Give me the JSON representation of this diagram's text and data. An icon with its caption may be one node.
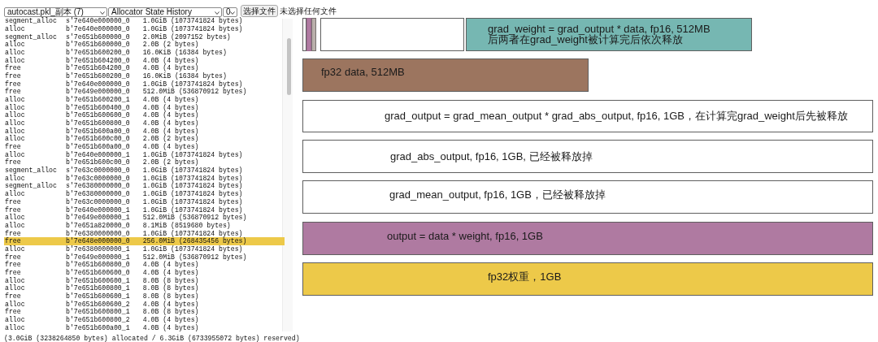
{
  "diagram": {
    "nodes": [
      {
        "text": [
          "free",
          "b'7e648e000000_0",
          "256.0MiB (268435456 bytes)"
        ]
      },
      {
        "text": [],
        "shape": "box"
      },
      {
        "text": [],
        "shape": "box"
      },
      {
        "text": [],
        "shape": "box"
      },
      {
        "text": [],
        "shape": "box"
      },
      {
        "text": [
          "grad_weight = grad_output * data, fp16, 512MB",
          "后两者在grad_weight被计算完后依次释放"
        ]
      },
      {
        "text": [
          "fp32 data, 512MB"
        ]
      },
      {
        "text": [
          "grad_output = grad_mean_output * grad_abs_output, fp16, 1GB，在计算完grad_weight后先被释放"
        ]
      },
      {
        "text": [
          "grad_abs_output, fp16, 1GB, 已经被释放掉"
        ]
      },
      {
        "text": [
          "grad_mean_output, fp16, 1GB，已经被释放掉"
        ]
      },
      {
        "text": [
          "output = data * weight, fp16, 1GB"
        ]
      },
      {
        "text": [
          "fp32权重，1GB"
        ]
      }
    ],
    "labels": [
      "autocast.pkl_副本 (7)",
      "Allocator State History",
      "0",
      "选择文件",
      "未选择任何文件",
      "segment_alloc",
      "s'7e640e000000_0",
      "1.0GiB (1073741824 bytes)",
      "alloc",
      "b'7e640e000000_0",
      "1.0GiB (1073741824 bytes)",
      "segment_alloc",
      "s'7e651b600000_0",
      "2.0MiB (2097152 bytes)",
      "alloc",
      "b'7e651b600000_0",
      "2.0B (2 bytes)",
      "alloc",
      "b'7e651b600200_0",
      "16.0KiB (16384 bytes)",
      "alloc",
      "b'7e651b604200_0",
      "4.0B (4 bytes)",
      "free",
      "b'7e651b604200_0",
      "4.0B (4 bytes)",
      "free",
      "b'7e651b600200_0",
      "16.0KiB (16384 bytes)",
      "free",
      "b'7e640e000000_0",
      "1.0GiB (1073741824 bytes)",
      "free",
      "b'7e649e000000_0",
      "512.0MiB (536870912 bytes)",
      "alloc",
      "b'7e651b600200_1",
      "4.0B (4 bytes)",
      "alloc",
      "b'7e651b600400_0",
      "4.0B (4 bytes)",
      "alloc",
      "b'7e651b600600_0",
      "4.0B (4 bytes)",
      "alloc",
      "b'7e651b600800_0",
      "4.0B (4 bytes)",
      "alloc",
      "b'7e651b600a00_0",
      "4.0B (4 bytes)",
      "alloc",
      "b'7e651b600c00_0",
      "2.0B (2 bytes)",
      "free",
      "b'7e651b600a00_0",
      "4.0B (4 bytes)",
      "alloc",
      "b'7e640e000000_1",
      "1.0GiB (1073741824 bytes)",
      "free",
      "b'7e651b600c00_0",
      "2.0B (2 bytes)",
      "segment_alloc",
      "s'7e63c0000000_0",
      "1.0GiB (1073741824 bytes)",
      "alloc",
      "b'7e63c0000000_0",
      "1.0GiB (1073741824 bytes)",
      "segment_alloc",
      "s'7e6380000000_0",
      "1.0GiB (1073741824 bytes)",
      "alloc",
      "b'7e6380000000_0",
      "1.0GiB (1073741824 bytes)",
      "free",
      "b'7e63c0000000_0",
      "1.0GiB (1073741824 bytes)",
      "free",
      "b'7e640e000000_1",
      "1.0GiB (1073741824 bytes)",
      "alloc",
      "b'7e649e000000_1",
      "512.0MiB (536870912 bytes)",
      "alloc",
      "b'7e651a820000_0",
      "8.1MiB (8519680 bytes)",
      "free",
      "b'7e6380000000_0",
      "1.0GiB (1073741824 bytes)",
      "alloc",
      "b'7e6380000000_1",
      "1.0GiB (1073741824 bytes)",
      "free",
      "b'7e649e000000_1",
      "512.0MiB (536870912 bytes)",
      "free",
      "b'7e651b600800_0",
      "4.0B (4 bytes)",
      "free",
      "b'7e651b600600_0",
      "4.0B (4 bytes)",
      "alloc",
      "b'7e651b600600_1",
      "8.0B (8 bytes)",
      "alloc",
      "b'7e651b600800_1",
      "8.0B (8 bytes)",
      "free",
      "b'7e651b600600_1",
      "8.0B (8 bytes)",
      "alloc",
      "b'7e651b600600_2",
      "4.0B (4 bytes)",
      "free",
      "b'7e651b600800_1",
      "8.0B (8 bytes)",
      "alloc",
      "b'7e651b600800_2",
      "4.0B (4 bytes)",
      "alloc",
      "b'7e651b600a00_1",
      "4.0B (4 bytes)",
      "(3.0GiB (3238264850 bytes) allocated / 6.3GiB (6733955072 bytes) reserved)"
    ]
  }
}
